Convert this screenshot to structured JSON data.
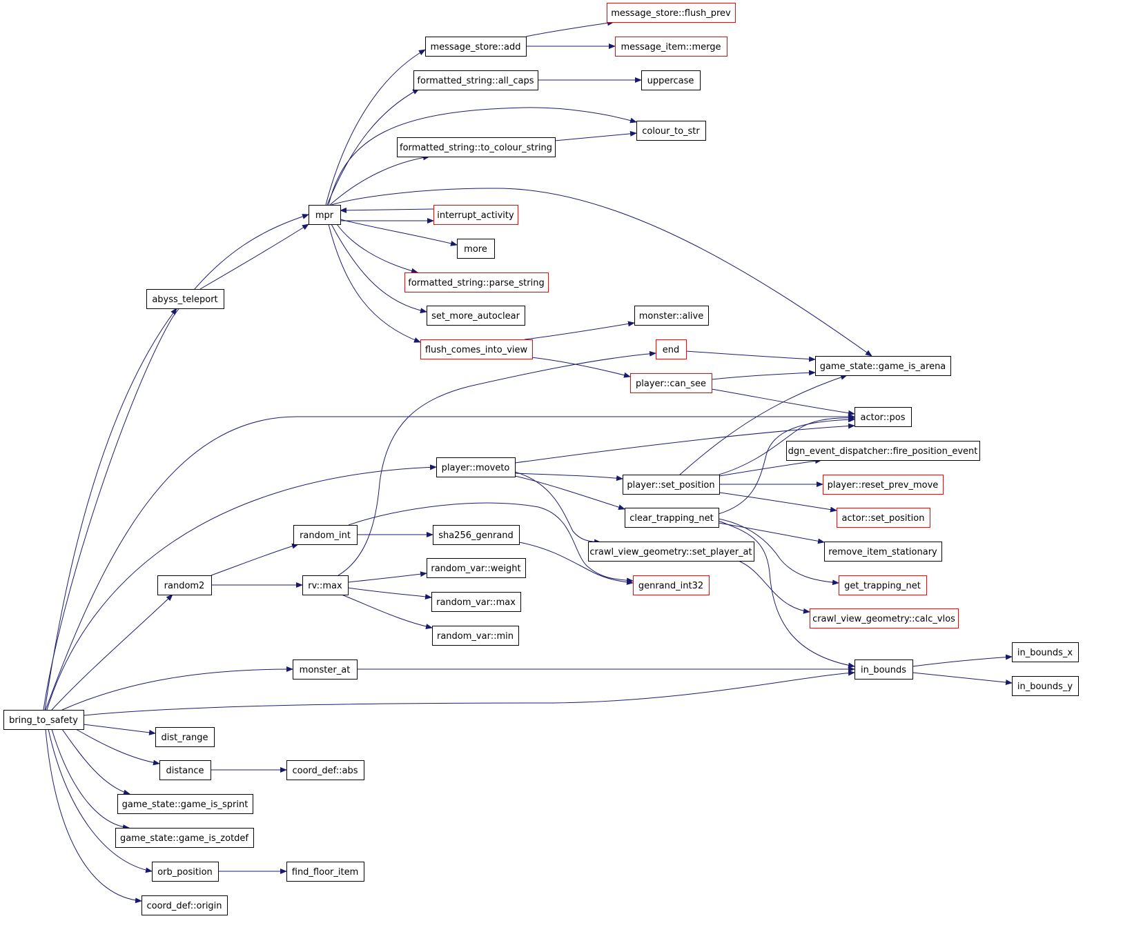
{
  "diagram": {
    "colors": {
      "edge": "#191970",
      "node_border": "#000000",
      "node_border_incomplete": "#ff0000",
      "root_fill": "#bfbfbf",
      "node_fill": "#ffffff"
    },
    "nodes": [
      {
        "id": "bring_to_safety",
        "label": "bring_to_safety",
        "border": "black",
        "root": true
      },
      {
        "id": "abyss_teleport",
        "label": "abyss_teleport",
        "border": "black"
      },
      {
        "id": "mpr",
        "label": "mpr",
        "border": "black"
      },
      {
        "id": "message_store_add",
        "label": "message_store::add",
        "border": "black"
      },
      {
        "id": "message_store_flush_prev",
        "label": "message_store::flush_prev",
        "border": "red"
      },
      {
        "id": "message_item_merge",
        "label": "message_item::merge",
        "border": "red"
      },
      {
        "id": "formatted_string_all_caps",
        "label": "formatted_string::all_caps",
        "border": "black"
      },
      {
        "id": "uppercase",
        "label": "uppercase",
        "border": "black"
      },
      {
        "id": "colour_to_str",
        "label": "colour_to_str",
        "border": "black"
      },
      {
        "id": "formatted_string_to_colour_string",
        "label": "formatted_string::to_colour_string",
        "border": "black"
      },
      {
        "id": "interrupt_activity",
        "label": "interrupt_activity",
        "border": "red"
      },
      {
        "id": "more",
        "label": "more",
        "border": "black"
      },
      {
        "id": "formatted_string_parse_string",
        "label": "formatted_string::parse_string",
        "border": "red"
      },
      {
        "id": "set_more_autoclear",
        "label": "set_more_autoclear",
        "border": "black"
      },
      {
        "id": "monster_alive",
        "label": "monster::alive",
        "border": "black"
      },
      {
        "id": "flush_comes_into_view",
        "label": "flush_comes_into_view",
        "border": "red"
      },
      {
        "id": "end",
        "label": "end",
        "border": "red"
      },
      {
        "id": "game_state_game_is_arena",
        "label": "game_state::game_is_arena",
        "border": "black"
      },
      {
        "id": "player_can_see",
        "label": "player::can_see",
        "border": "red"
      },
      {
        "id": "actor_pos",
        "label": "actor::pos",
        "border": "black"
      },
      {
        "id": "dgn_event_dispatcher_fire_position_event",
        "label": "dgn_event_dispatcher::fire_position_event",
        "border": "black"
      },
      {
        "id": "player_moveto",
        "label": "player::moveto",
        "border": "black"
      },
      {
        "id": "player_set_position",
        "label": "player::set_position",
        "border": "black"
      },
      {
        "id": "player_reset_prev_move",
        "label": "player::reset_prev_move",
        "border": "red"
      },
      {
        "id": "clear_trapping_net",
        "label": "clear_trapping_net",
        "border": "black"
      },
      {
        "id": "actor_set_position",
        "label": "actor::set_position",
        "border": "red"
      },
      {
        "id": "random_int",
        "label": "random_int",
        "border": "black"
      },
      {
        "id": "sha256_genrand",
        "label": "sha256_genrand",
        "border": "black"
      },
      {
        "id": "crawl_view_geometry_set_player_at",
        "label": "crawl_view_geometry::set_player_at",
        "border": "black"
      },
      {
        "id": "remove_item_stationary",
        "label": "remove_item_stationary",
        "border": "black"
      },
      {
        "id": "random_var_weight",
        "label": "random_var::weight",
        "border": "black"
      },
      {
        "id": "random2",
        "label": "random2",
        "border": "black"
      },
      {
        "id": "rv_max",
        "label": "rv::max",
        "border": "black"
      },
      {
        "id": "genrand_int32",
        "label": "genrand_int32",
        "border": "red"
      },
      {
        "id": "get_trapping_net",
        "label": "get_trapping_net",
        "border": "red"
      },
      {
        "id": "random_var_max",
        "label": "random_var::max",
        "border": "black"
      },
      {
        "id": "crawl_view_geometry_calc_vlos",
        "label": "crawl_view_geometry::calc_vlos",
        "border": "red"
      },
      {
        "id": "random_var_min",
        "label": "random_var::min",
        "border": "black"
      },
      {
        "id": "in_bounds_x",
        "label": "in_bounds_x",
        "border": "black"
      },
      {
        "id": "monster_at",
        "label": "monster_at",
        "border": "black"
      },
      {
        "id": "in_bounds",
        "label": "in_bounds",
        "border": "black"
      },
      {
        "id": "in_bounds_y",
        "label": "in_bounds_y",
        "border": "black"
      },
      {
        "id": "dist_range",
        "label": "dist_range",
        "border": "black"
      },
      {
        "id": "distance",
        "label": "distance",
        "border": "black"
      },
      {
        "id": "coord_def_abs",
        "label": "coord_def::abs",
        "border": "black"
      },
      {
        "id": "game_state_game_is_sprint",
        "label": "game_state::game_is_sprint",
        "border": "black"
      },
      {
        "id": "game_state_game_is_zotdef",
        "label": "game_state::game_is_zotdef",
        "border": "black"
      },
      {
        "id": "orb_position",
        "label": "orb_position",
        "border": "black"
      },
      {
        "id": "find_floor_item",
        "label": "find_floor_item",
        "border": "black"
      },
      {
        "id": "coord_def_origin",
        "label": "coord_def::origin",
        "border": "black"
      }
    ],
    "edges": [
      {
        "from": "bring_to_safety",
        "to": "abyss_teleport"
      },
      {
        "from": "bring_to_safety",
        "to": "actor_pos"
      },
      {
        "from": "bring_to_safety",
        "to": "player_moveto"
      },
      {
        "from": "bring_to_safety",
        "to": "random2"
      },
      {
        "from": "bring_to_safety",
        "to": "monster_at"
      },
      {
        "from": "bring_to_safety",
        "to": "in_bounds"
      },
      {
        "from": "bring_to_safety",
        "to": "dist_range"
      },
      {
        "from": "bring_to_safety",
        "to": "distance"
      },
      {
        "from": "bring_to_safety",
        "to": "game_state_game_is_sprint"
      },
      {
        "from": "bring_to_safety",
        "to": "game_state_game_is_zotdef"
      },
      {
        "from": "bring_to_safety",
        "to": "orb_position"
      },
      {
        "from": "bring_to_safety",
        "to": "coord_def_origin"
      },
      {
        "from": "bring_to_safety",
        "to": "mpr"
      },
      {
        "from": "abyss_teleport",
        "to": "mpr"
      },
      {
        "from": "mpr",
        "to": "message_store_add"
      },
      {
        "from": "mpr",
        "to": "formatted_string_all_caps"
      },
      {
        "from": "mpr",
        "to": "colour_to_str"
      },
      {
        "from": "mpr",
        "to": "formatted_string_to_colour_string"
      },
      {
        "from": "mpr",
        "to": "game_state_game_is_arena"
      },
      {
        "from": "mpr",
        "to": "interrupt_activity"
      },
      {
        "from": "interrupt_activity",
        "to": "mpr"
      },
      {
        "from": "mpr",
        "to": "more"
      },
      {
        "from": "mpr",
        "to": "formatted_string_parse_string"
      },
      {
        "from": "mpr",
        "to": "set_more_autoclear"
      },
      {
        "from": "mpr",
        "to": "flush_comes_into_view"
      },
      {
        "from": "message_store_add",
        "to": "message_store_flush_prev"
      },
      {
        "from": "message_store_add",
        "to": "message_item_merge"
      },
      {
        "from": "formatted_string_all_caps",
        "to": "uppercase"
      },
      {
        "from": "formatted_string_to_colour_string",
        "to": "colour_to_str"
      },
      {
        "from": "flush_comes_into_view",
        "to": "monster_alive"
      },
      {
        "from": "flush_comes_into_view",
        "to": "player_can_see"
      },
      {
        "from": "end",
        "to": "game_state_game_is_arena"
      },
      {
        "from": "player_can_see",
        "to": "game_state_game_is_arena"
      },
      {
        "from": "player_can_see",
        "to": "actor_pos"
      },
      {
        "from": "player_moveto",
        "to": "actor_pos"
      },
      {
        "from": "player_moveto",
        "to": "player_set_position"
      },
      {
        "from": "player_moveto",
        "to": "clear_trapping_net"
      },
      {
        "from": "player_moveto",
        "to": "crawl_view_geometry_set_player_at"
      },
      {
        "from": "player_set_position",
        "to": "game_state_game_is_arena"
      },
      {
        "from": "player_set_position",
        "to": "actor_pos"
      },
      {
        "from": "player_set_position",
        "to": "dgn_event_dispatcher_fire_position_event"
      },
      {
        "from": "player_set_position",
        "to": "player_reset_prev_move"
      },
      {
        "from": "player_set_position",
        "to": "actor_set_position"
      },
      {
        "from": "clear_trapping_net",
        "to": "actor_pos"
      },
      {
        "from": "clear_trapping_net",
        "to": "remove_item_stationary"
      },
      {
        "from": "clear_trapping_net",
        "to": "get_trapping_net"
      },
      {
        "from": "clear_trapping_net",
        "to": "in_bounds"
      },
      {
        "from": "crawl_view_geometry_set_player_at",
        "to": "crawl_view_geometry_calc_vlos"
      },
      {
        "from": "random2",
        "to": "random_int"
      },
      {
        "from": "random2",
        "to": "rv_max"
      },
      {
        "from": "random_int",
        "to": "sha256_genrand"
      },
      {
        "from": "random_int",
        "to": "genrand_int32"
      },
      {
        "from": "sha256_genrand",
        "to": "genrand_int32"
      },
      {
        "from": "rv_max",
        "to": "end"
      },
      {
        "from": "rv_max",
        "to": "random_var_weight"
      },
      {
        "from": "rv_max",
        "to": "random_var_max"
      },
      {
        "from": "rv_max",
        "to": "random_var_min"
      },
      {
        "from": "monster_at",
        "to": "in_bounds"
      },
      {
        "from": "in_bounds",
        "to": "in_bounds_x"
      },
      {
        "from": "in_bounds",
        "to": "in_bounds_y"
      },
      {
        "from": "distance",
        "to": "coord_def_abs"
      },
      {
        "from": "orb_position",
        "to": "find_floor_item"
      }
    ]
  }
}
